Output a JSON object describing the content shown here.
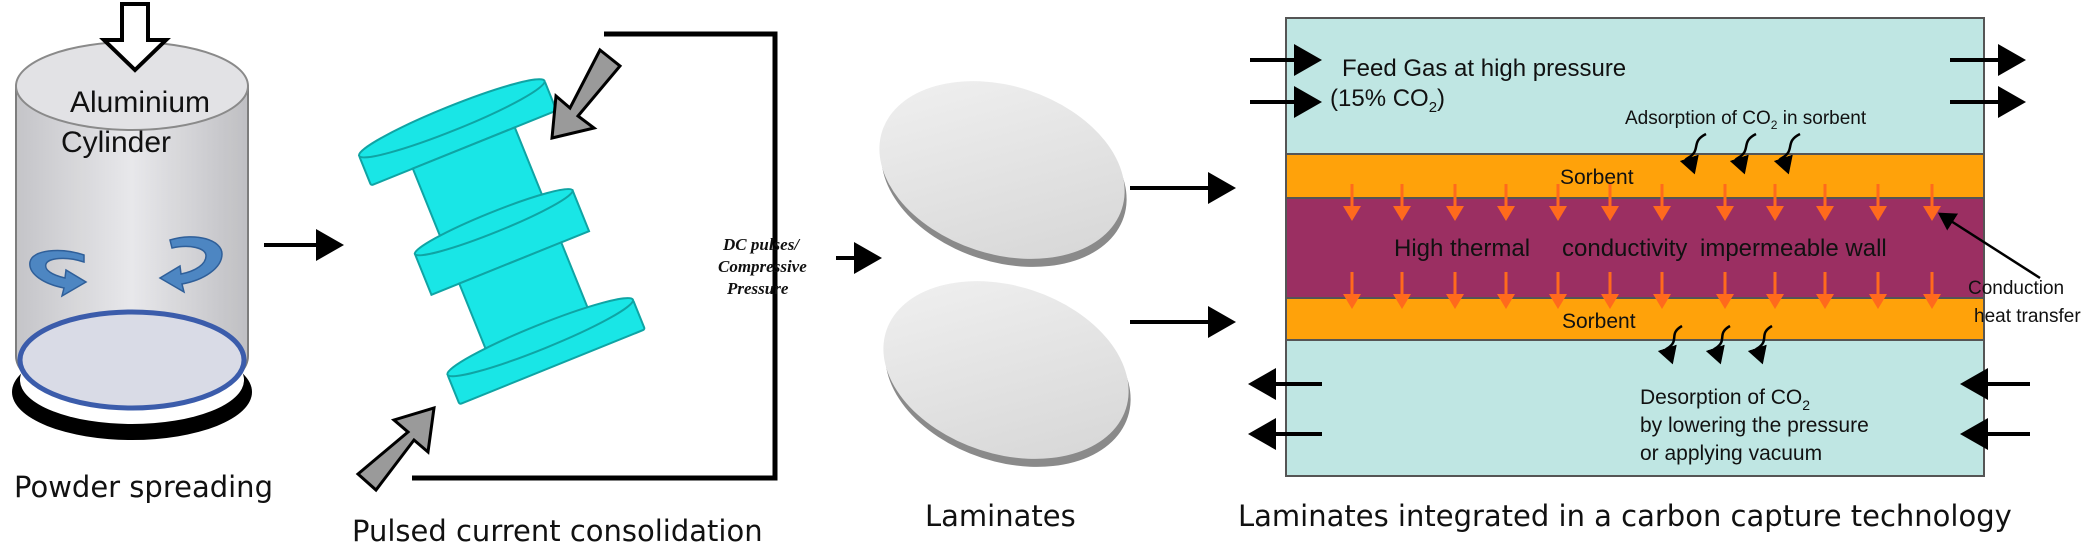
{
  "steps": {
    "powder": {
      "cylinder_label_1": "Aluminium",
      "cylinder_label_2": "Cylinder",
      "caption": "Powder spreading"
    },
    "consolidation": {
      "dc_label_1": "DC pulses/",
      "dc_label_2": "Compressive",
      "dc_label_3": "Pressure",
      "caption": "Pulsed current consolidation"
    },
    "laminates": {
      "caption": "Laminates"
    },
    "carbon_capture": {
      "feed_gas_1": "Feed Gas at high pressure",
      "feed_gas_2_prefix": "(15% CO",
      "feed_gas_2_sub": "2",
      "feed_gas_2_suffix": ")",
      "adsorption": "Adsorption of CO",
      "adsorption_sub": "2",
      "adsorption_suffix": " in sorbent",
      "sorbent_top": "Sorbent",
      "wall_label_1": "High thermal",
      "wall_label_2": "conductivity",
      "wall_label_3": "impermeable wall",
      "sorbent_bottom": "Sorbent",
      "conduction_1": "Conduction",
      "conduction_2": "heat transfer",
      "desorption_1": "Desorption of CO",
      "desorption_1_sub": "2",
      "desorption_2": "by lowering the pressure",
      "desorption_3": "or applying vacuum",
      "caption": "Laminates integrated in a carbon capture technology"
    }
  },
  "colors": {
    "cyan_part": "#19e6e6",
    "light_teal": "#bfe6e3",
    "sorbent": "#ffa20a",
    "wall": "#9b2f62",
    "heat_arrow": "#ff6a1c",
    "swirl": "#4d86c2",
    "disc_edge": "#2a5bb0"
  }
}
